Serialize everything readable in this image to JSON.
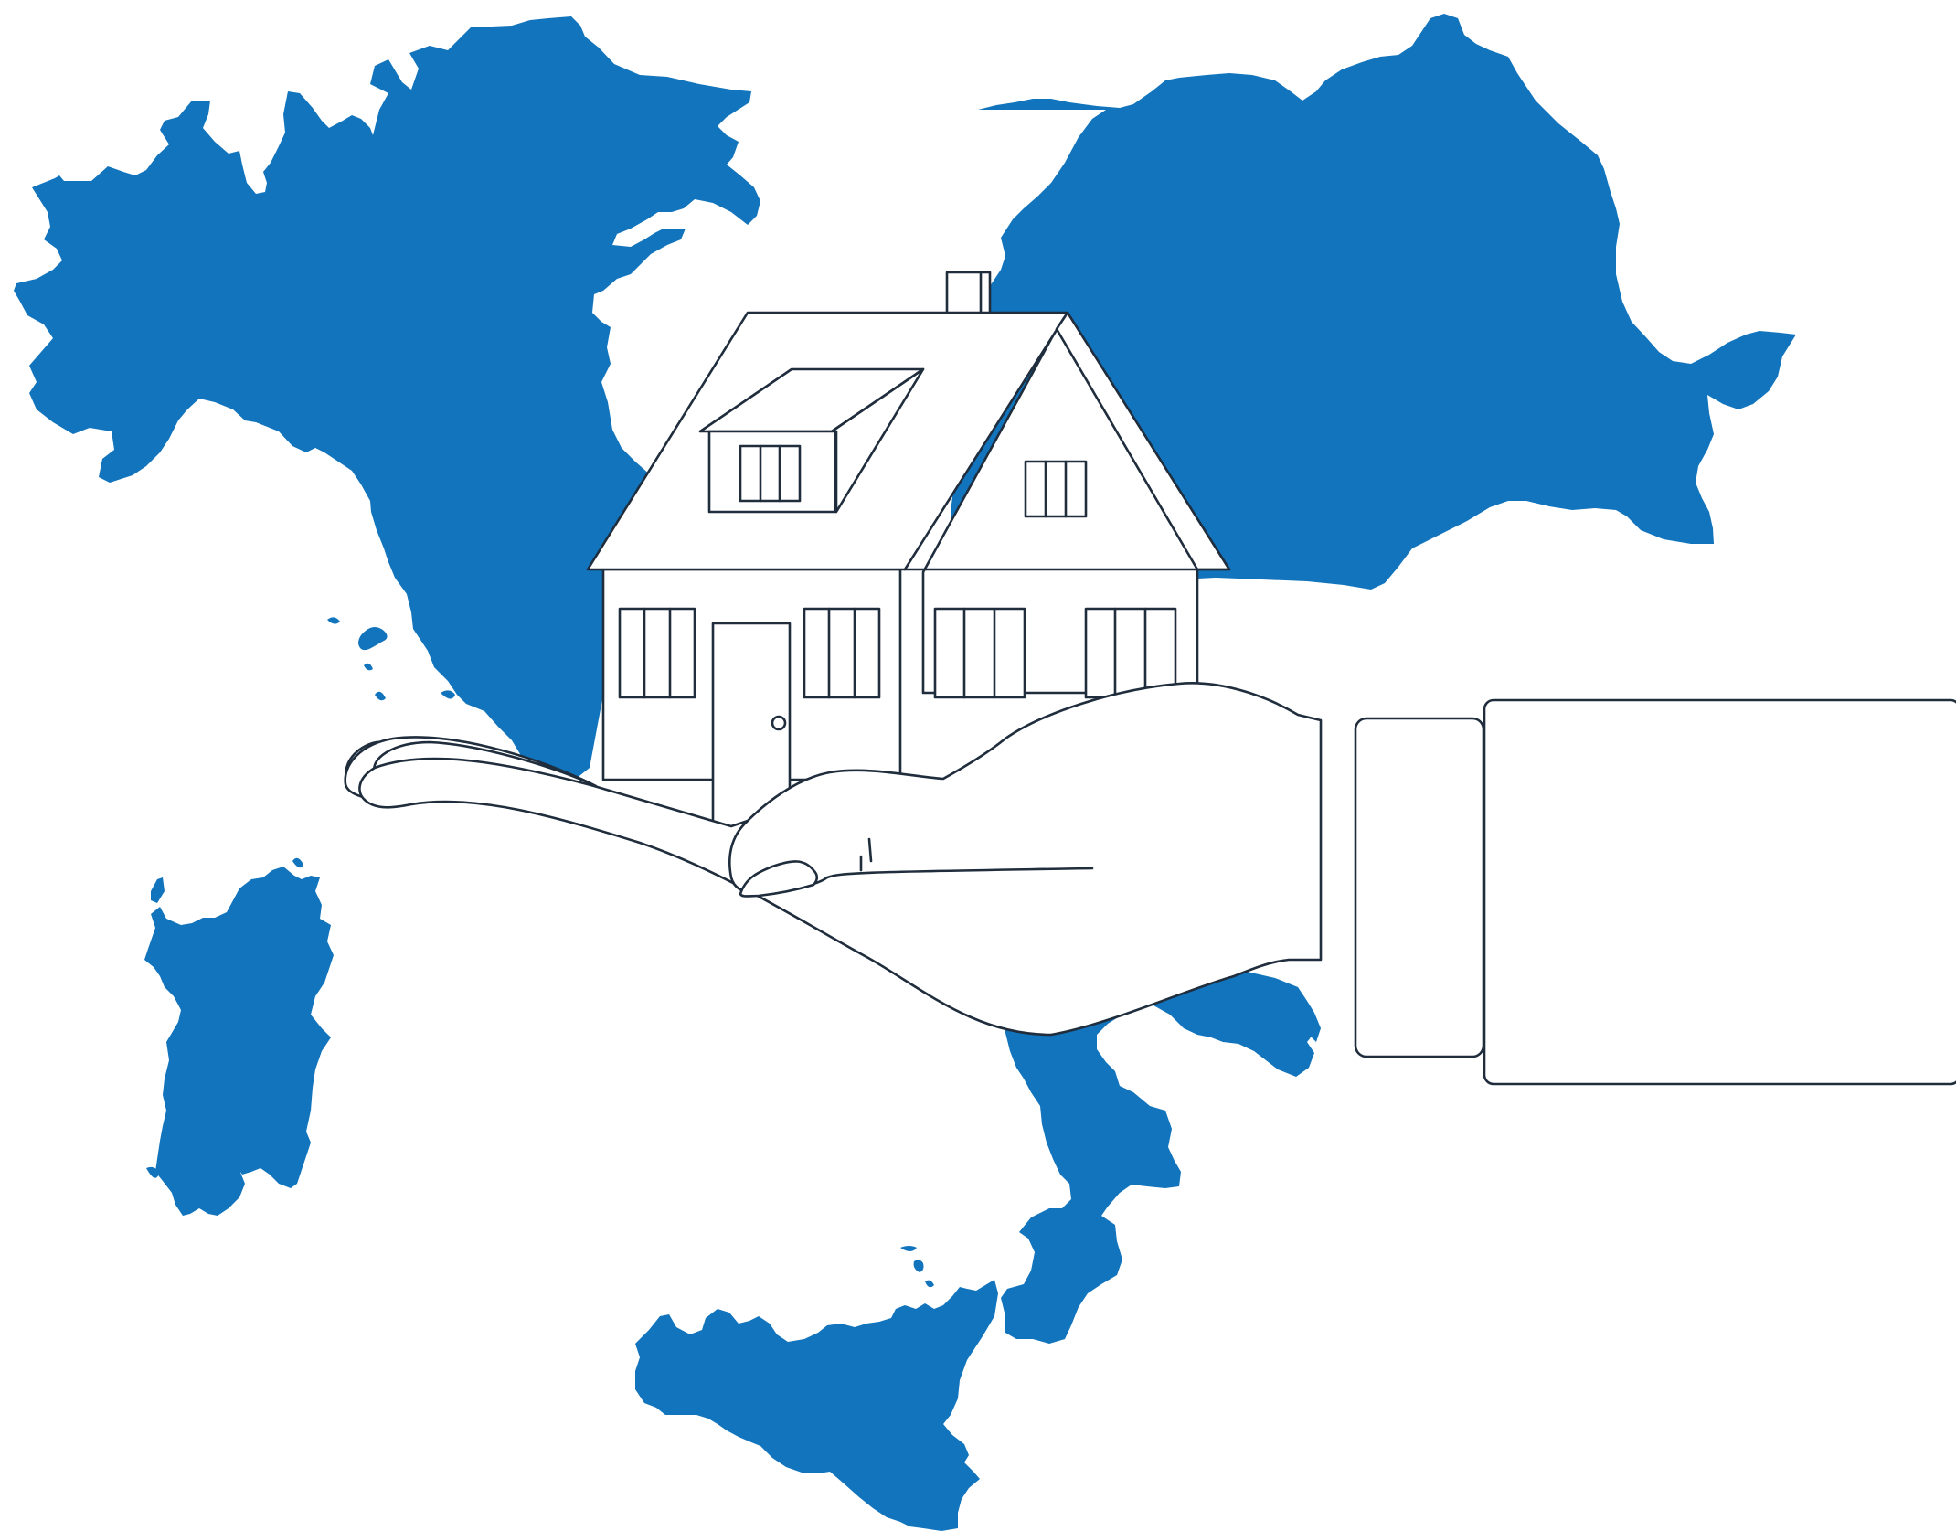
{
  "illustration": {
    "kind": "hand holding a house over a map of Italy",
    "colors": {
      "map_fill": "#1174bc",
      "outline": "#1f2d3d",
      "background": "#ffffff"
    },
    "icons": [
      "italy-map",
      "house-icon",
      "hand-icon",
      "sleeve-cuff"
    ]
  }
}
